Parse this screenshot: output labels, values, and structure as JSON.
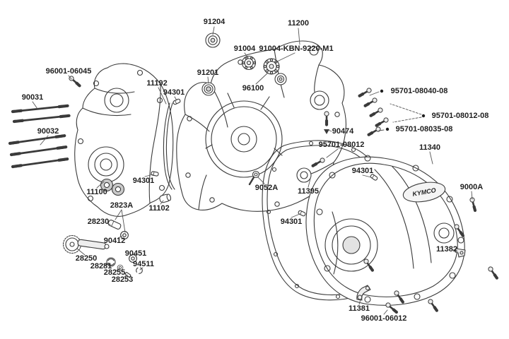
{
  "brand": "KYMCO",
  "labels": [
    {
      "text": "91204"
    },
    {
      "text": "11200"
    },
    {
      "text": "91004"
    },
    {
      "text": "91004-KBN-9220-M1"
    },
    {
      "text": "96001-06045"
    },
    {
      "text": "91201"
    },
    {
      "text": "11192"
    },
    {
      "text": "94301"
    },
    {
      "text": "96100"
    },
    {
      "text": "90031"
    },
    {
      "text": "95701-08040-08"
    },
    {
      "text": "95701-08012-08"
    },
    {
      "text": "95701-08035-08"
    },
    {
      "text": "90032"
    },
    {
      "text": "90474"
    },
    {
      "text": "95701-08012"
    },
    {
      "text": "11340"
    },
    {
      "text": "94301"
    },
    {
      "text": "94301"
    },
    {
      "text": "11100"
    },
    {
      "text": "9052A"
    },
    {
      "text": "11395"
    },
    {
      "text": "9000A"
    },
    {
      "text": "2823A"
    },
    {
      "text": "11102"
    },
    {
      "text": "28230"
    },
    {
      "text": "94301"
    },
    {
      "text": "90412"
    },
    {
      "text": "28250"
    },
    {
      "text": "90451"
    },
    {
      "text": "28281"
    },
    {
      "text": "94511"
    },
    {
      "text": "28255"
    },
    {
      "text": "28253"
    },
    {
      "text": "11382"
    },
    {
      "text": "11381"
    },
    {
      "text": "96001-06012"
    }
  ]
}
